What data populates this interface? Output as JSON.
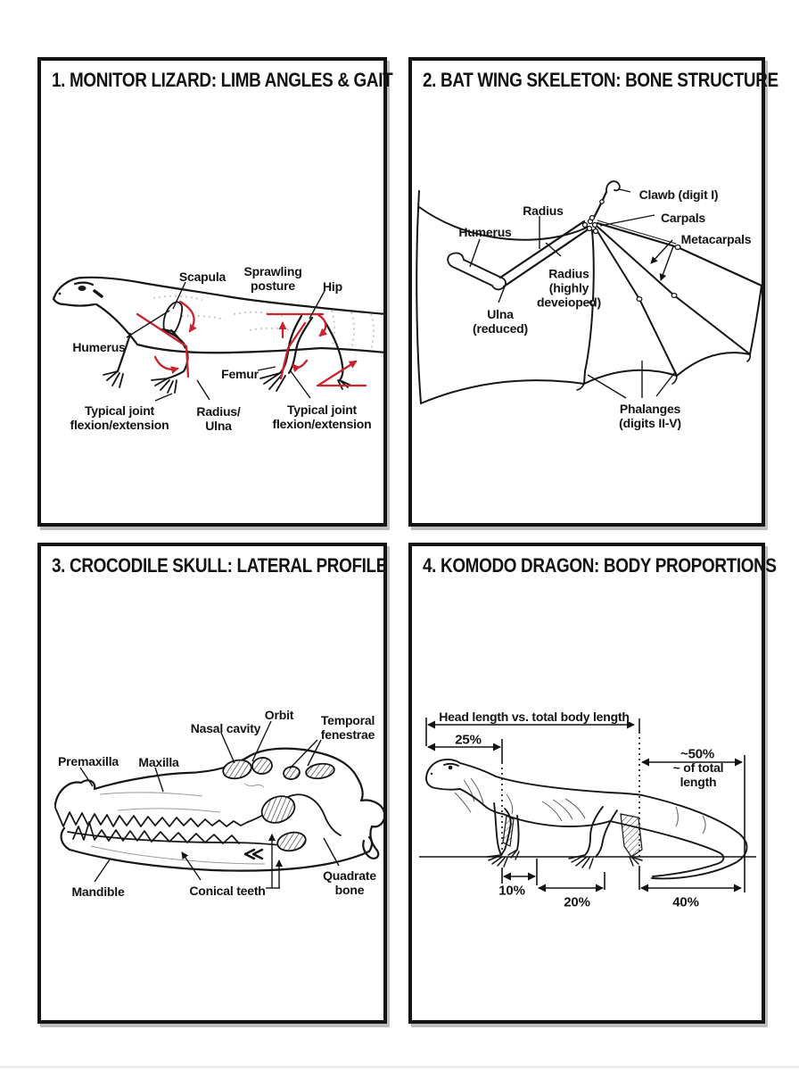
{
  "colors": {
    "ink": "#151515",
    "red": "#c9232d",
    "paper": "#ffffff"
  },
  "panel1": {
    "title": "1. MONITOR LIZARD: LIMB ANGLES & GAIT",
    "labels": {
      "scapula": "Scapula",
      "sprawling_posture": "Sprawling\nposture",
      "hip": "Hip",
      "humerus": "Humerus",
      "femur": "Femur",
      "radius_ulna": "Radius/\nUlna",
      "joint_front": "Typical joint\nflexion/extension",
      "joint_hind": "Typical joint\nflexion/extension"
    }
  },
  "panel2": {
    "title": "2. BAT WING SKELETON: BONE STRUCTURE",
    "labels": {
      "humerus": "Humerus",
      "radius": "Radius",
      "claw": "Clawb (digit I)",
      "carpals": "Carpals",
      "metacarpals": "Metacarpals",
      "radius_highly": "Radius\n(highly\ndeveioped)",
      "ulna_reduced": "Ulna\n(reduced)",
      "phalanges": "Phalanges\n(digits II-V)"
    }
  },
  "panel3": {
    "title": "3. CROCODILE SKULL: LATERAL PROFILE",
    "labels": {
      "orbit": "Orbit",
      "nasal_cavity": "Nasal cavity",
      "temporal_fenestrae": "Temporal\nfenestrae",
      "premaxilla": "Premaxilla",
      "maxilla": "Maxilla",
      "mandible": "Mandible",
      "conical_teeth": "Conical teeth",
      "quadrate_bone": "Quadrate\nbone"
    }
  },
  "panel4": {
    "title": "4. KOMODO DRAGON: BODY PROPORTIONS",
    "labels": {
      "head_vs_body": "Head length vs. total body length",
      "head_pct": "25%",
      "tail_pct": "~50%",
      "tail_pct_sub": "~ of total length",
      "front_pct": "10%",
      "mid_pct": "20%",
      "tail_base_pct": "40%"
    }
  }
}
